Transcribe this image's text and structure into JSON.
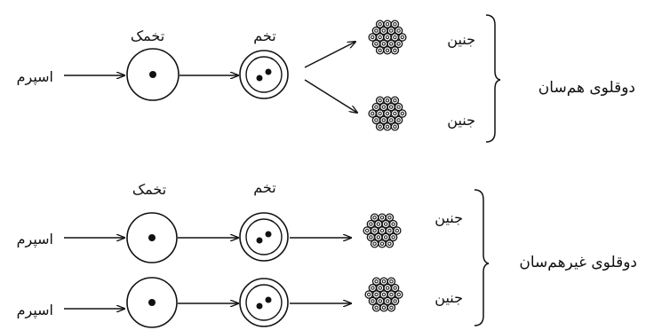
{
  "labels": {
    "sperm": "اسپرم",
    "ovum": "تخمک",
    "zygote": "تخم",
    "embryo": "جنین",
    "identical_twins": "دوقلوی هم‌سان",
    "fraternal_twins": "دوقلوی غیرهم‌سان"
  },
  "colors": {
    "stroke": "#111111",
    "background": "#ffffff"
  }
}
